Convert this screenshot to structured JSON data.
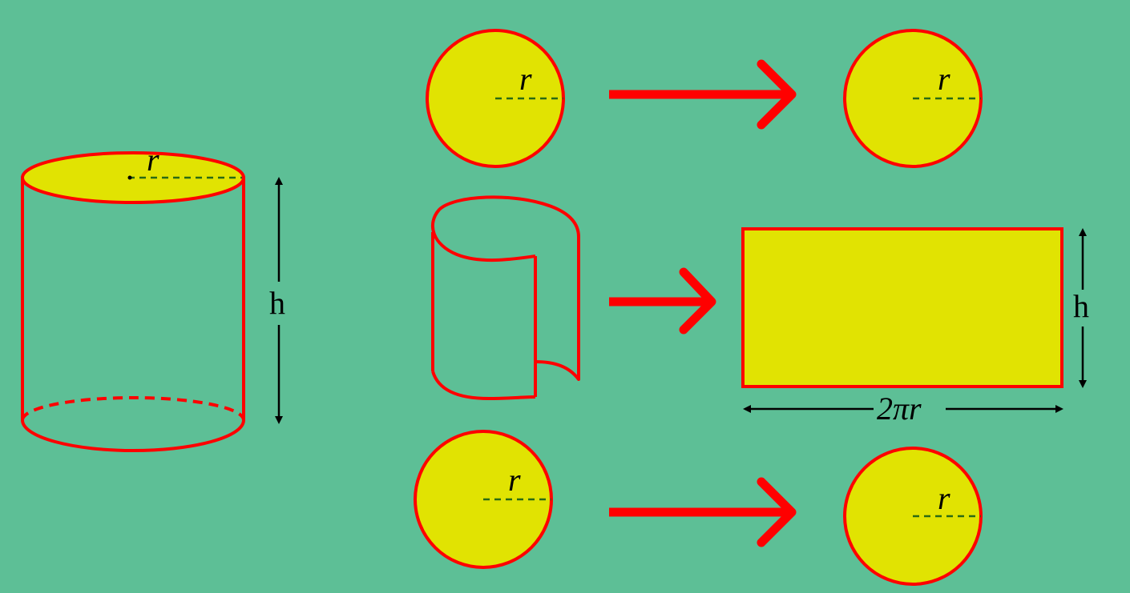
{
  "colors": {
    "background": "#5dbf96",
    "fill": "#e1e302",
    "outline": "#ff0000",
    "radius_dash": "#2a6a14",
    "arrow": "#ff0000",
    "dimension": "#000000"
  },
  "labels": {
    "cylinder_radius": "r",
    "cylinder_height": "h",
    "top_circle_radius": "r",
    "top_circle_result_radius": "r",
    "bottom_circle_radius": "r",
    "bottom_circle_result_radius": "r",
    "rectangle_height": "h",
    "rectangle_width": "2πr"
  }
}
